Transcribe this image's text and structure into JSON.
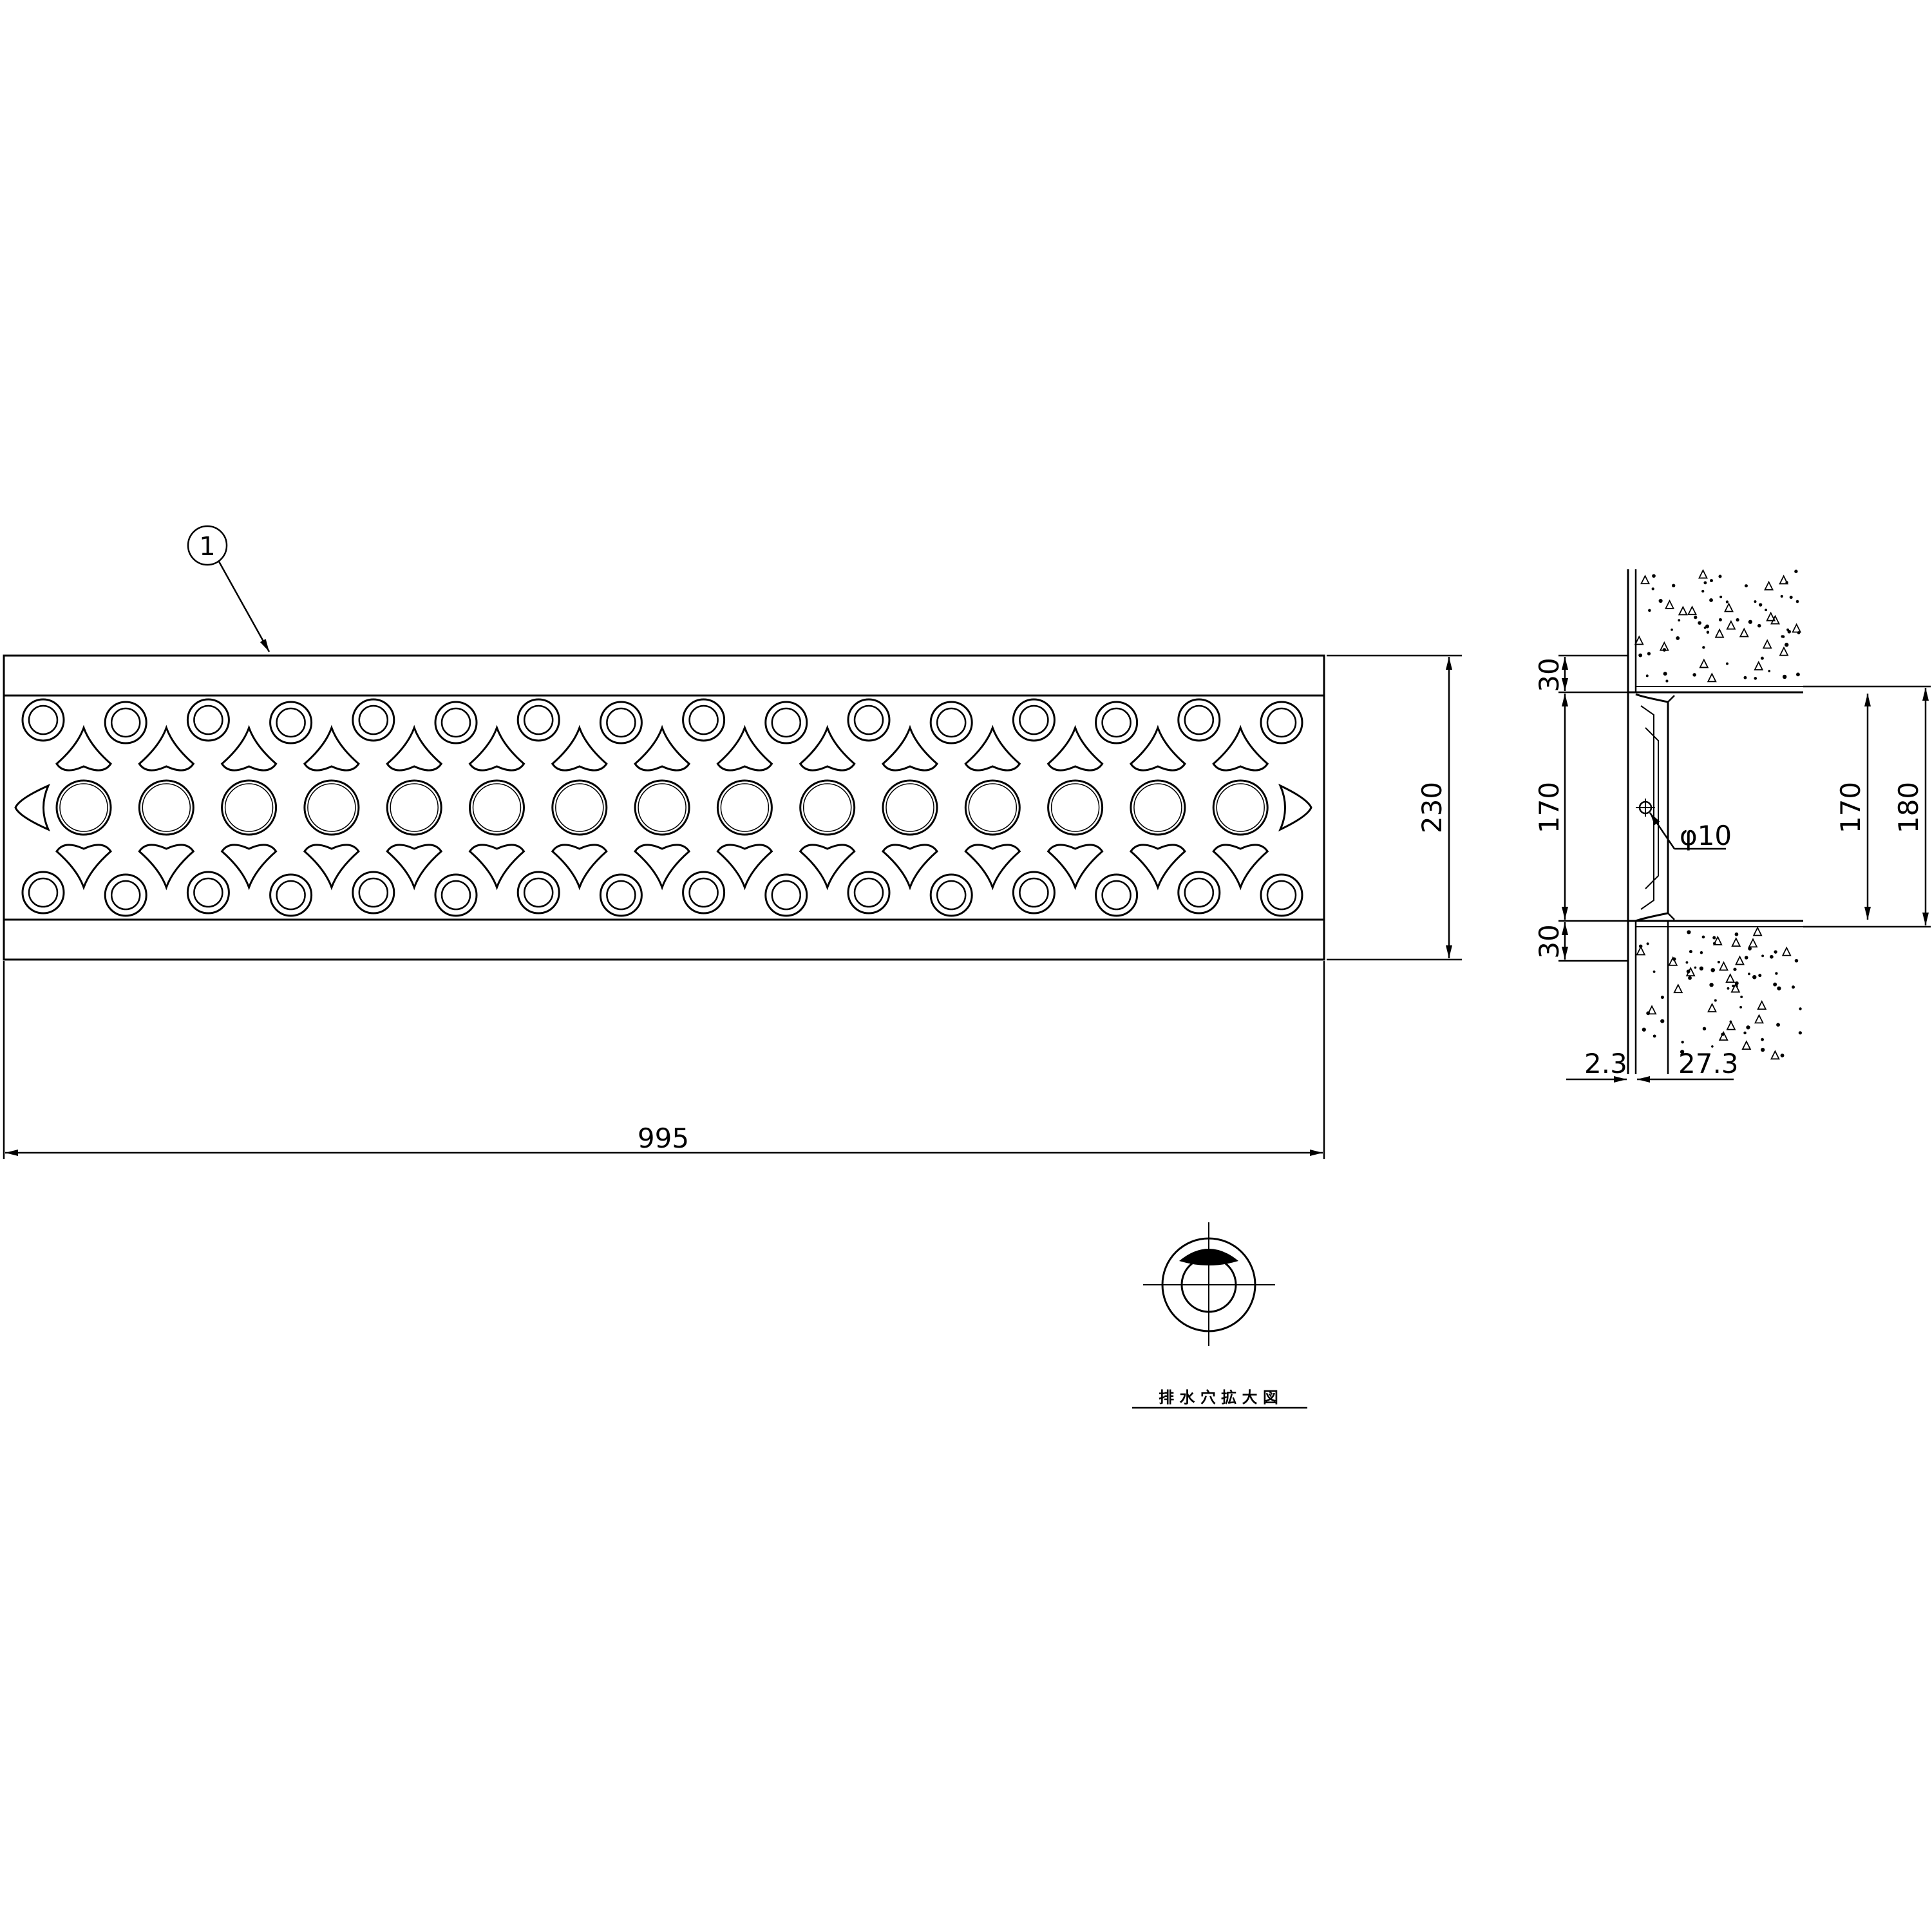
{
  "part_balloon": "1",
  "dimensions": {
    "length": "995",
    "width": "230",
    "flange_top": "30",
    "flange_bottom": "30",
    "inner_left": "170",
    "inner_right": "170",
    "outer_right": "180",
    "hole_dia": "φ10",
    "thickness": "2.3",
    "depth": "27.3"
  },
  "detail_label": "排 水 穴 拡 大 図"
}
